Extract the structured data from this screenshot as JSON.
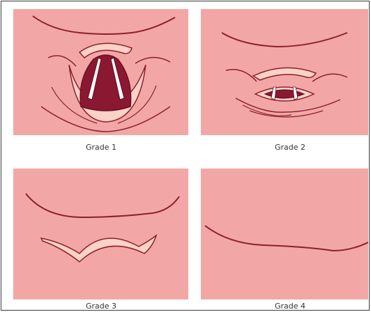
{
  "panels": [
    {
      "caption": "Grade 1"
    },
    {
      "caption": "Grade 2"
    },
    {
      "caption": "Grade 3"
    },
    {
      "caption": "Grade 4"
    }
  ],
  "colors": {
    "background": "#f2a7a6",
    "outline": "#8c1f2e",
    "highlight": "#fbd2c8",
    "cavity": "#8a1830",
    "cords": "#ffffff"
  }
}
